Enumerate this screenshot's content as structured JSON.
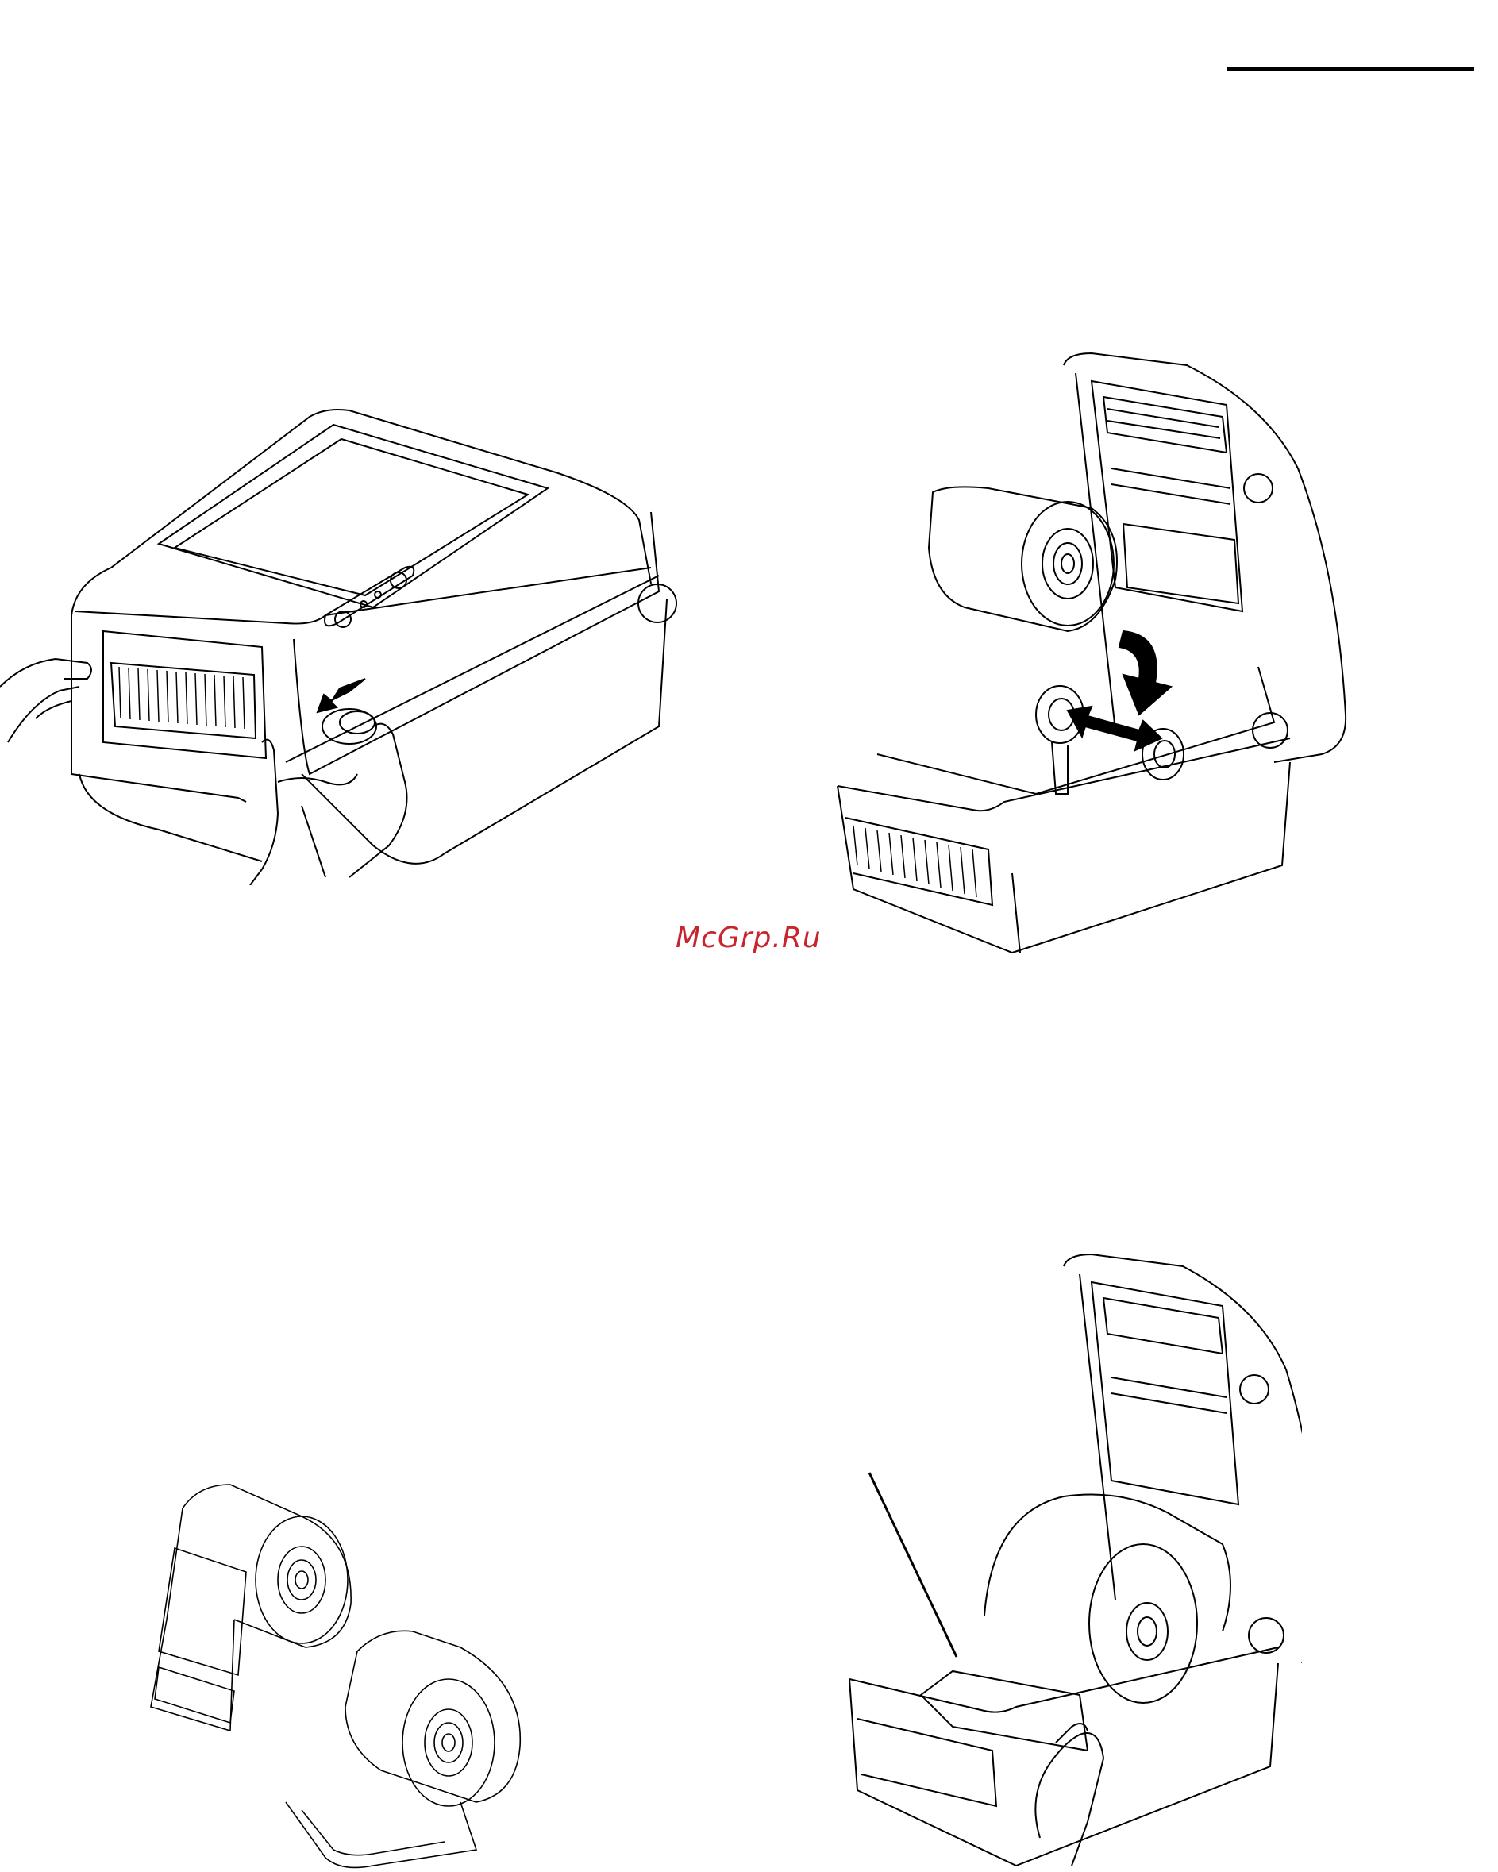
{
  "watermark": {
    "text": "McGrp.Ru",
    "color": "#c8262f"
  },
  "illustrations": [
    {
      "name": "printer-cover-release-illustration",
      "icon": "printer-closed-hand-press-button-icon"
    },
    {
      "name": "roll-holder-install-illustration",
      "icon": "printer-open-roll-install-icon"
    },
    {
      "name": "label-roll-types-illustration",
      "icon": "label-rolls-icon"
    },
    {
      "name": "paper-guide-adjust-illustration",
      "icon": "printer-open-paper-loaded-icon"
    }
  ]
}
